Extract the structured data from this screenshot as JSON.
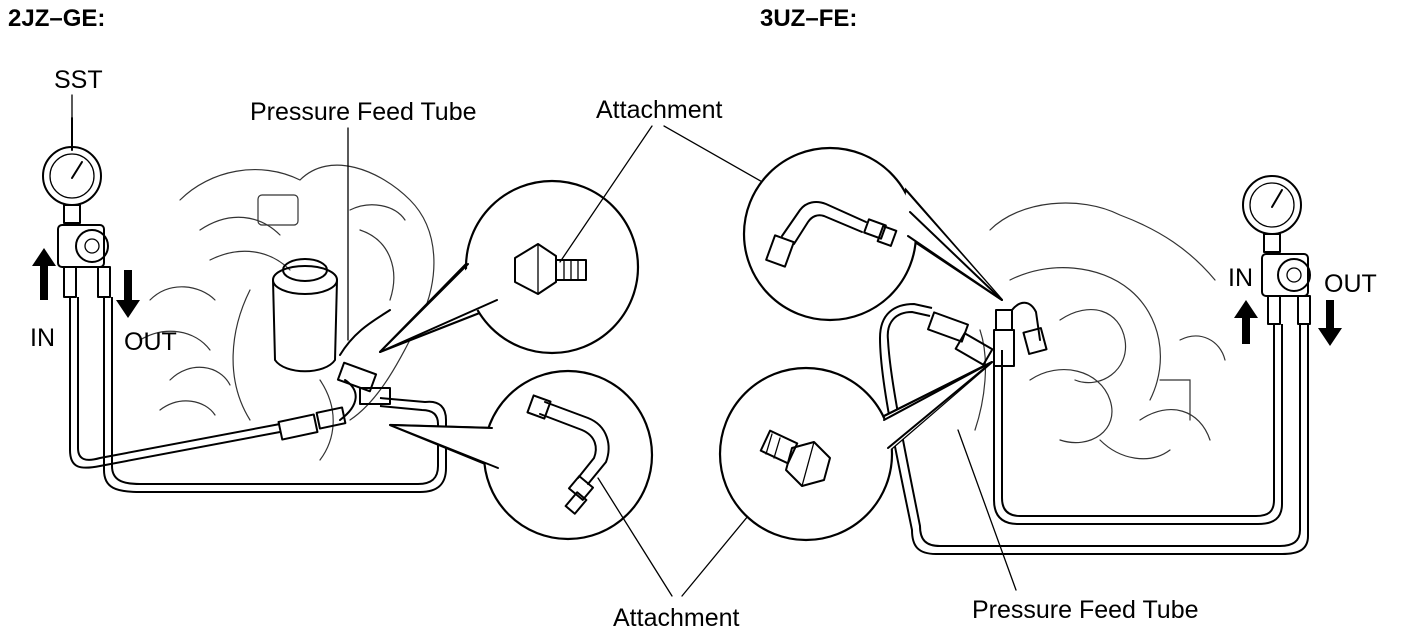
{
  "left_panel": {
    "heading": "2JZ–GE:",
    "sst_label": "SST",
    "pressure_feed_tube_label": "Pressure Feed Tube",
    "attachment_label_top": "Attachment",
    "in_label": "IN",
    "out_label": "OUT"
  },
  "right_panel": {
    "heading": "3UZ–FE:",
    "attachment_label_bottom": "Attachment",
    "pressure_feed_tube_label": "Pressure Feed Tube",
    "in_label": "IN",
    "out_label": "OUT"
  },
  "icons": {
    "gauge": "pressure-gauge-icon",
    "valve": "valve-handle-icon",
    "arrow_up": "arrow-up-icon",
    "arrow_down": "arrow-down-icon"
  },
  "colors": {
    "ink": "#000000",
    "paper": "#ffffff"
  }
}
